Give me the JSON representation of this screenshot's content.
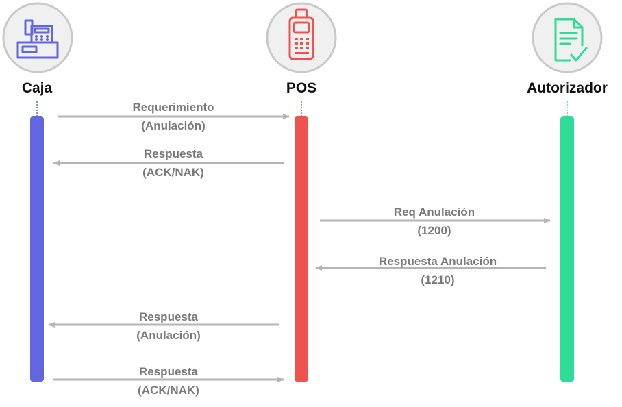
{
  "colors": {
    "caja": "#6266e0",
    "pos": "#f0524f",
    "autorizador": "#2edc97",
    "arrow": "#b5b5b5",
    "text": "#7a7a7a",
    "icon_circle_fill": "#f0f0f0",
    "icon_circle_stroke": "#c9c9c9"
  },
  "actors": {
    "caja": {
      "name": "Caja",
      "icon": "cash-register-icon"
    },
    "pos": {
      "name": "POS",
      "icon": "pos-terminal-icon"
    },
    "autorizador": {
      "name": "Autorizador",
      "icon": "signed-document-icon"
    }
  },
  "messages": [
    {
      "from": "caja",
      "to": "pos",
      "line1": "Requerimiento",
      "line2": "(Anulación)"
    },
    {
      "from": "pos",
      "to": "caja",
      "line1": "Respuesta",
      "line2": "(ACK/NAK)"
    },
    {
      "from": "pos",
      "to": "autorizador",
      "line1": "Req Anulación",
      "line2": "(1200)"
    },
    {
      "from": "autorizador",
      "to": "pos",
      "line1": "Respuesta Anulación",
      "line2": "(1210)"
    },
    {
      "from": "pos",
      "to": "caja",
      "line1": "Respuesta",
      "line2": "(Anulación)"
    },
    {
      "from": "caja",
      "to": "pos",
      "line1": "Respuesta",
      "line2": "(ACK/NAK)"
    }
  ]
}
